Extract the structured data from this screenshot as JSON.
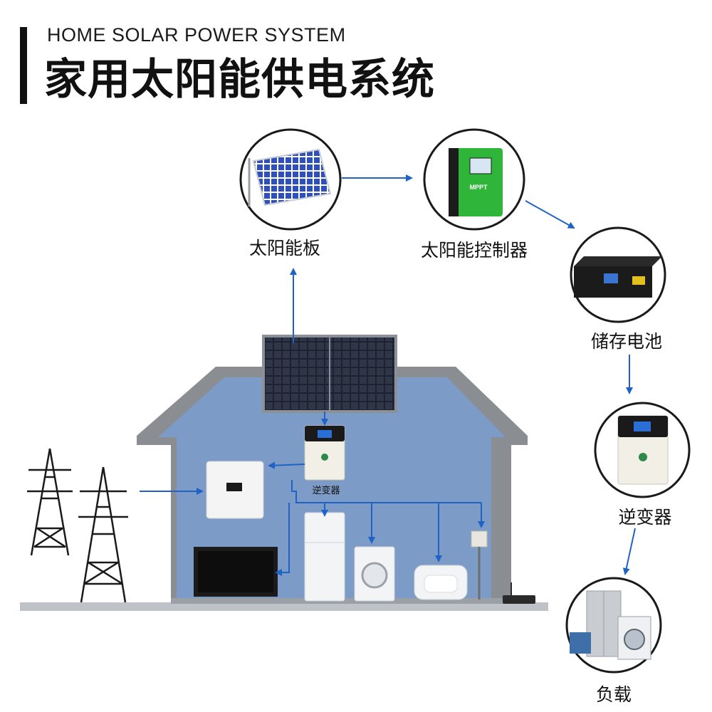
{
  "header": {
    "title_en": "HOME SOLAR POWER SYSTEM",
    "title_zh": "家用太阳能供电系统"
  },
  "flow": {
    "solar_panel": "太阳能板",
    "controller": "太阳能控制器",
    "battery": "储存电池",
    "inverter": "逆变器",
    "load": "负载"
  },
  "house": {
    "inverter_label": "逆变器"
  },
  "devices": {
    "controller_badge": "MPPT"
  },
  "colors": {
    "arrow": "#1f63c6",
    "house_wall": "#7c9cc7",
    "roof": "#8a8e93",
    "controller": "#2fb53a",
    "ground": "#bfc3c7"
  }
}
